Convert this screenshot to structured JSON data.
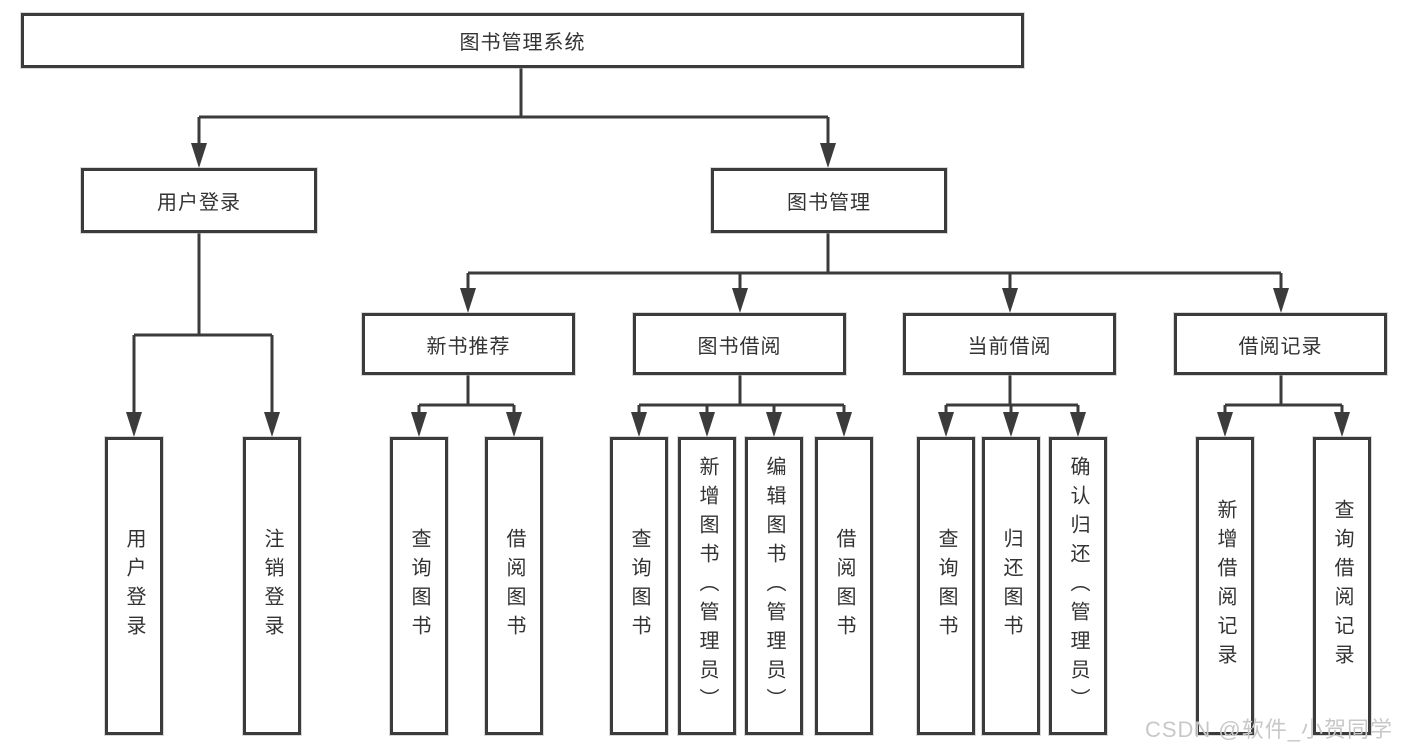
{
  "tree": {
    "root": {
      "label": "图书管理系统"
    },
    "children": [
      {
        "label": "用户登录",
        "children": [
          {
            "label": "用户登录"
          },
          {
            "label": "注销登录"
          }
        ]
      },
      {
        "label": "图书管理",
        "children": [
          {
            "label": "新书推荐",
            "children": [
              {
                "label": "查询图书"
              },
              {
                "label": "借阅图书"
              }
            ]
          },
          {
            "label": "图书借阅",
            "children": [
              {
                "label": "查询图书"
              },
              {
                "label": "新增图书（管理员）"
              },
              {
                "label": "编辑图书（管理员）"
              },
              {
                "label": "借阅图书"
              }
            ]
          },
          {
            "label": "当前借阅",
            "children": [
              {
                "label": "查询图书"
              },
              {
                "label": "归还图书"
              },
              {
                "label": "确认归还（管理员）"
              }
            ]
          },
          {
            "label": "借阅记录",
            "children": [
              {
                "label": "新增借阅记录"
              },
              {
                "label": "查询借阅记录"
              }
            ]
          }
        ]
      }
    ]
  },
  "watermark": {
    "text": "CSDN @软件_小贺同学"
  },
  "colors": {
    "line": "#3b3b3b",
    "text": "#333333",
    "box_fill": "#ffffff",
    "watermark": "#c8c8c8"
  }
}
